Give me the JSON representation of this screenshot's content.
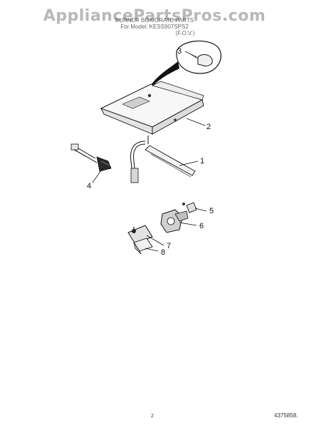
{
  "watermark": "AppliancePartsPros.com",
  "heading": {
    "title": "BURNER BOX/GRATE PARTS",
    "for_models": "For Model: KESS907SPS2",
    "variant": "(F.O.V.)"
  },
  "callouts": [
    "1",
    "2",
    "3",
    "4",
    "5",
    "6",
    "7",
    "8"
  ],
  "footer": {
    "page_number": "2",
    "document_number": "4375858."
  }
}
